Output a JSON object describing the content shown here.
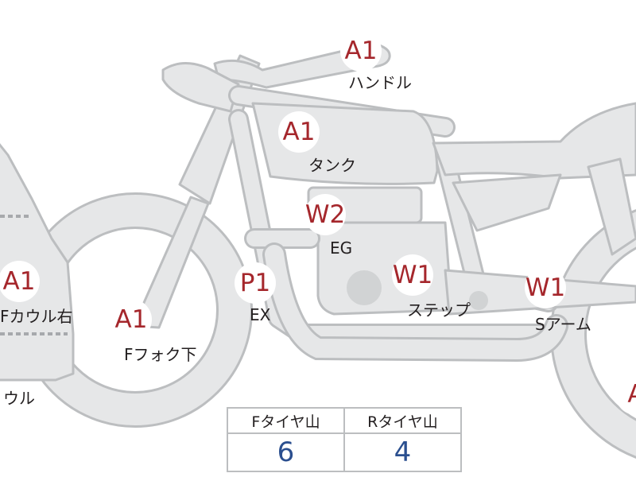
{
  "markers": [
    {
      "id": "handle",
      "code": "A1",
      "label": "ハンドル"
    },
    {
      "id": "tank",
      "code": "A1",
      "label": "タンク"
    },
    {
      "id": "eg",
      "code": "W2",
      "label": "EG"
    },
    {
      "id": "step",
      "code": "W1",
      "label": "ステップ"
    },
    {
      "id": "sarm",
      "code": "W1",
      "label": "Sアーム"
    },
    {
      "id": "ex",
      "code": "P1",
      "label": "EX"
    },
    {
      "id": "ffork",
      "code": "A1",
      "label": "Fフォク下"
    },
    {
      "id": "fcowl",
      "code": "A1",
      "label": "Fカウル右"
    },
    {
      "id": "cowl",
      "label": "ウル"
    },
    {
      "id": "rear",
      "code": "A"
    }
  ],
  "tire_table": {
    "headers": [
      "Fタイヤ山",
      "Rタイヤ山"
    ],
    "values": [
      "6",
      "4"
    ]
  },
  "colors": {
    "code": "#a5272c",
    "value": "#2b4f8f",
    "part_fill": "#e6e7e8",
    "outline": "#bcbec0"
  }
}
